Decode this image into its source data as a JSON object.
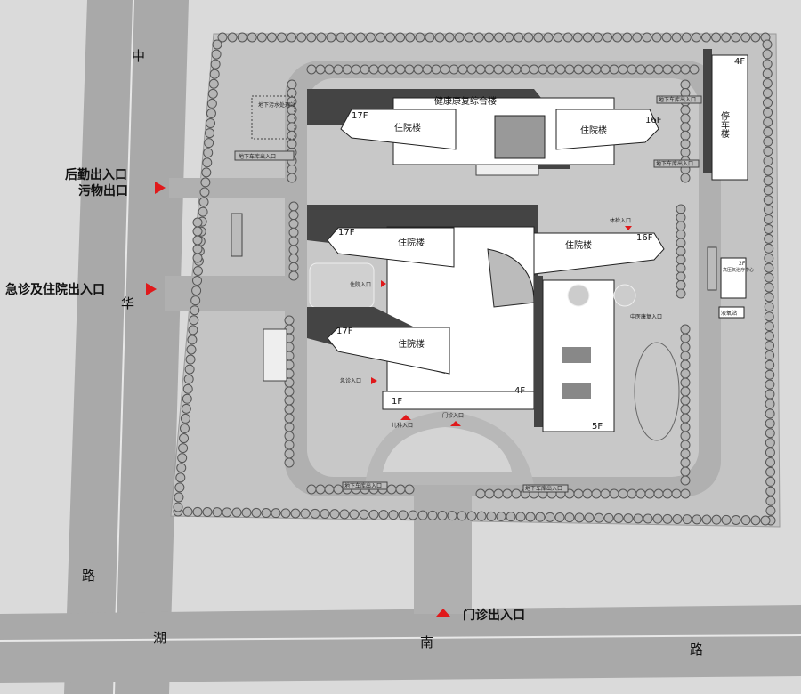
{
  "roads": {
    "west_chars": [
      "中",
      "华",
      "路"
    ],
    "south_chars": [
      "湖",
      "南",
      "路"
    ]
  },
  "entrances": {
    "logistics": "后勤出入口",
    "waste": "污物出口",
    "emergency_inpatient": "急诊及住院出入口",
    "outpatient_main": "门诊出入口"
  },
  "buildings": {
    "rehab_complex": "健康康复综合楼",
    "inpatient": "住院楼",
    "parking": "停车楼",
    "hyperbaric": "高压氧治疗中心",
    "liquid_oxygen": "液氧站",
    "sewage": "地下污水处理站"
  },
  "floors": {
    "f17": "17F",
    "f16": "16F",
    "f4": "4F",
    "f5": "5F",
    "f1": "1F",
    "f2": "2F"
  },
  "small_labels": {
    "garage": "地下车库出入口",
    "inpatient_entry": "住院入口",
    "checkup_entry": "体检入口",
    "tcm_rehab_entry": "中医康复入口",
    "emergency_entry": "急诊入口",
    "pediatric_entry": "儿科入口",
    "outpatient_entry": "门诊入口"
  },
  "colors": {
    "entrance_marker": "#e0191b",
    "building": "#ffffff",
    "shadow": "#4a4a4a",
    "road": "#a8a8a8",
    "ground": "#c9c9c9"
  }
}
